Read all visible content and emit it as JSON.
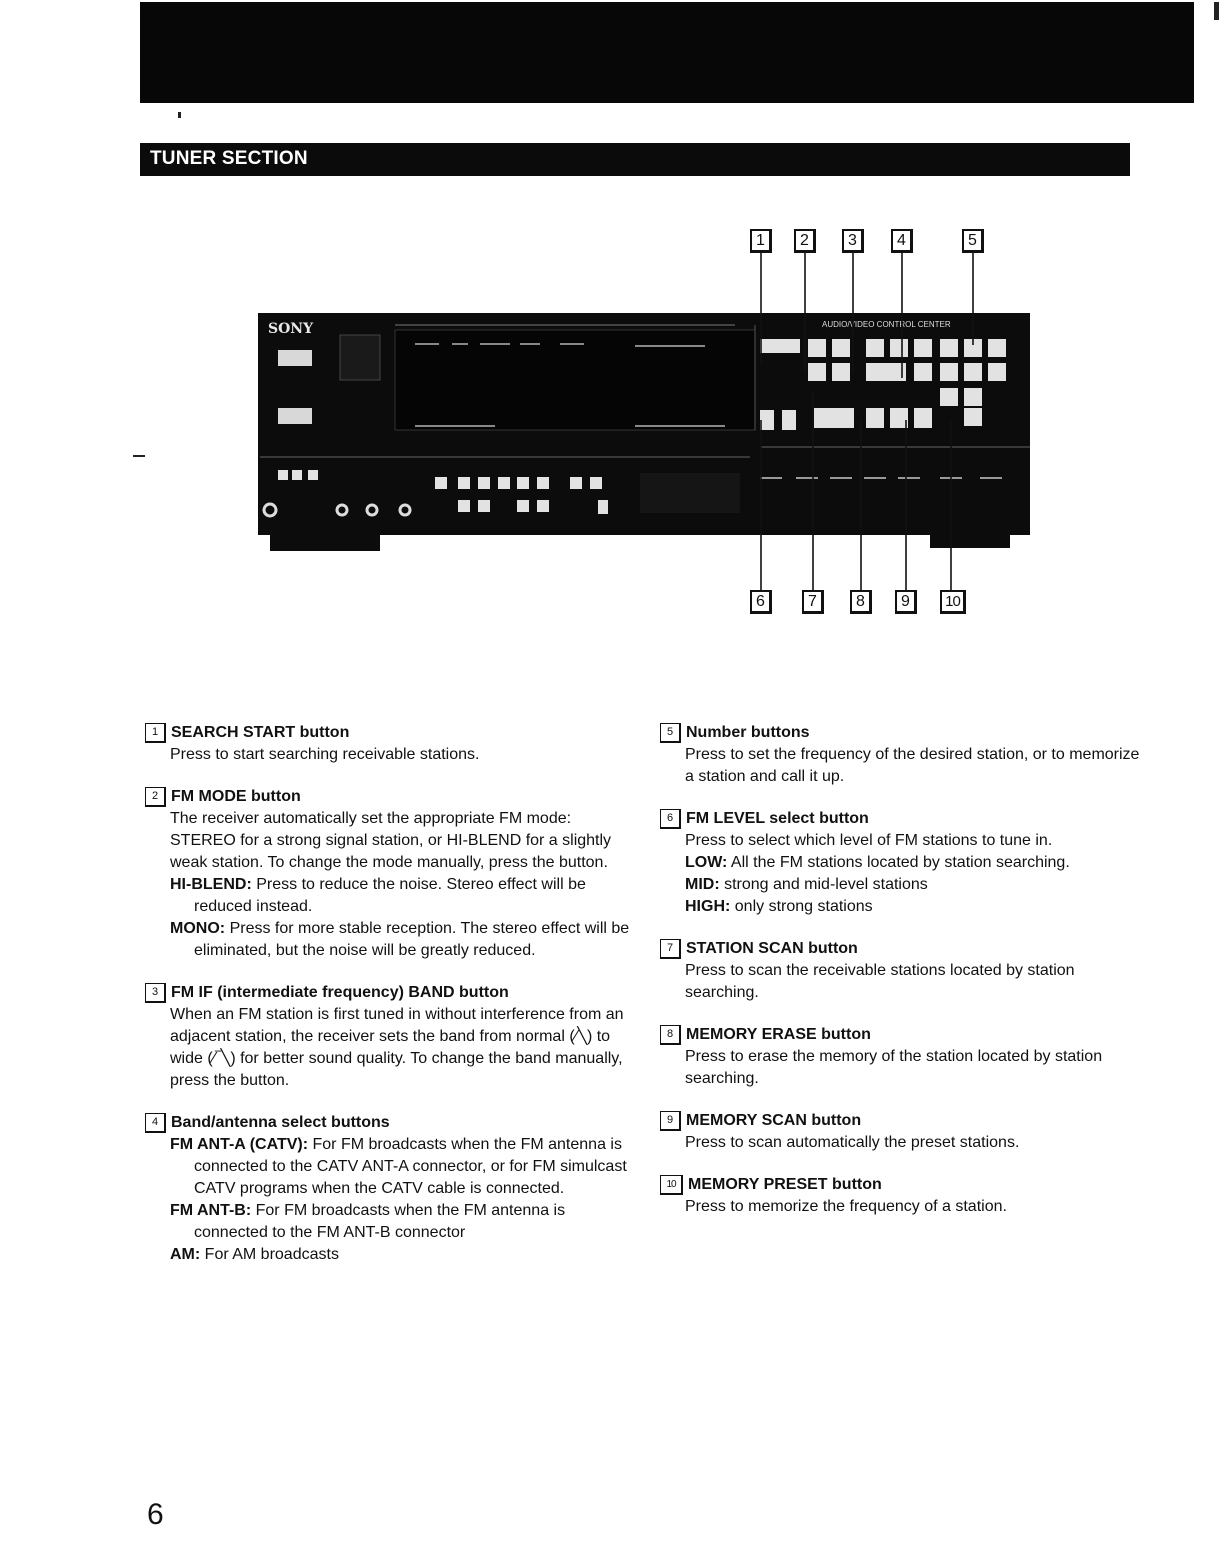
{
  "section_title": "TUNER SECTION",
  "device": {
    "brand": "SONY",
    "panel_label": "AUDIO/VIDEO CONTROL CENTER"
  },
  "callouts_top": [
    "1",
    "2",
    "3",
    "4",
    "5"
  ],
  "callouts_bottom": [
    "6",
    "7",
    "8",
    "9",
    "10"
  ],
  "items": [
    {
      "num": "1",
      "title": "SEARCH START button",
      "text": [
        "Press to start searching receivable stations."
      ],
      "entries": []
    },
    {
      "num": "2",
      "title": "FM MODE button",
      "text": [
        "The receiver automatically set the appropriate FM mode: STEREO for a strong signal station, or HI-BLEND for a slightly weak station. To change the mode manually, press the button."
      ],
      "entries": [
        {
          "term": "HI-BLEND:",
          "desc": "Press to reduce the noise. Stereo effect will be reduced instead."
        },
        {
          "term": "MONO:",
          "desc": "Press for more stable reception. The stereo effect will be eliminated, but the noise will be greatly reduced."
        }
      ]
    },
    {
      "num": "3",
      "title": "FM IF (intermediate frequency) BAND button",
      "text": [
        "When an FM station is first tuned in without interference from an adjacent station, the receiver sets the band from normal (⁄╲) to wide (⁄‾╲) for better sound quality. To change the band manually, press the button."
      ],
      "entries": []
    },
    {
      "num": "4",
      "title": "Band/antenna select buttons",
      "text": [],
      "entries": [
        {
          "term": "FM ANT-A (CATV):",
          "desc": "For FM broadcasts when the FM antenna is connected to the CATV ANT-A connector, or for FM simulcast CATV programs when the CATV cable is connected."
        },
        {
          "term": "FM ANT-B:",
          "desc": "For FM broadcasts when the FM antenna is connected to the FM ANT-B connector"
        },
        {
          "term": "AM:",
          "desc": "For AM broadcasts"
        }
      ]
    },
    {
      "num": "5",
      "title": "Number buttons",
      "text": [
        "Press to set the frequency of the desired station, or to memorize a station and call it up."
      ],
      "entries": []
    },
    {
      "num": "6",
      "title": "FM LEVEL select button",
      "text": [
        "Press to select which level of FM stations to tune in."
      ],
      "entries": [
        {
          "term": "LOW:",
          "desc": "All the FM stations located by station searching."
        },
        {
          "term": "MID:",
          "desc": "strong and mid-level stations"
        },
        {
          "term": "HIGH:",
          "desc": "only strong stations"
        }
      ]
    },
    {
      "num": "7",
      "title": "STATION SCAN button",
      "text": [
        "Press to scan the receivable stations located by station searching."
      ],
      "entries": []
    },
    {
      "num": "8",
      "title": "MEMORY ERASE button",
      "text": [
        "Press to erase the memory of the station located by station searching."
      ],
      "entries": []
    },
    {
      "num": "9",
      "title": "MEMORY SCAN button",
      "text": [
        "Press to scan automatically the preset stations."
      ],
      "entries": []
    },
    {
      "num": "10",
      "title": "MEMORY PRESET button",
      "text": [
        "Press to memorize the frequency of a station."
      ],
      "entries": []
    }
  ],
  "page_number": "6"
}
